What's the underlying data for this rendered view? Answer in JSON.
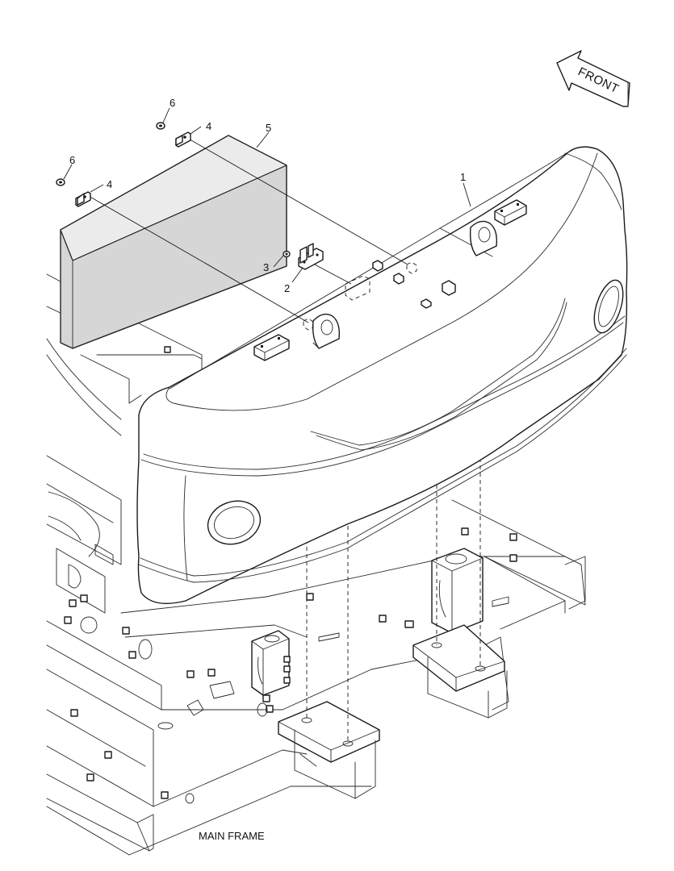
{
  "diagram": {
    "front_arrow_label": "FRONT",
    "frame_label": "MAIN FRAME",
    "callouts": [
      {
        "id": "callout-1",
        "label": "1"
      },
      {
        "id": "callout-2",
        "label": "2"
      },
      {
        "id": "callout-3",
        "label": "3"
      },
      {
        "id": "callout-4a",
        "label": "4"
      },
      {
        "id": "callout-4b",
        "label": "4"
      },
      {
        "id": "callout-5",
        "label": "5"
      },
      {
        "id": "callout-6a",
        "label": "6"
      },
      {
        "id": "callout-6b",
        "label": "6"
      }
    ]
  }
}
